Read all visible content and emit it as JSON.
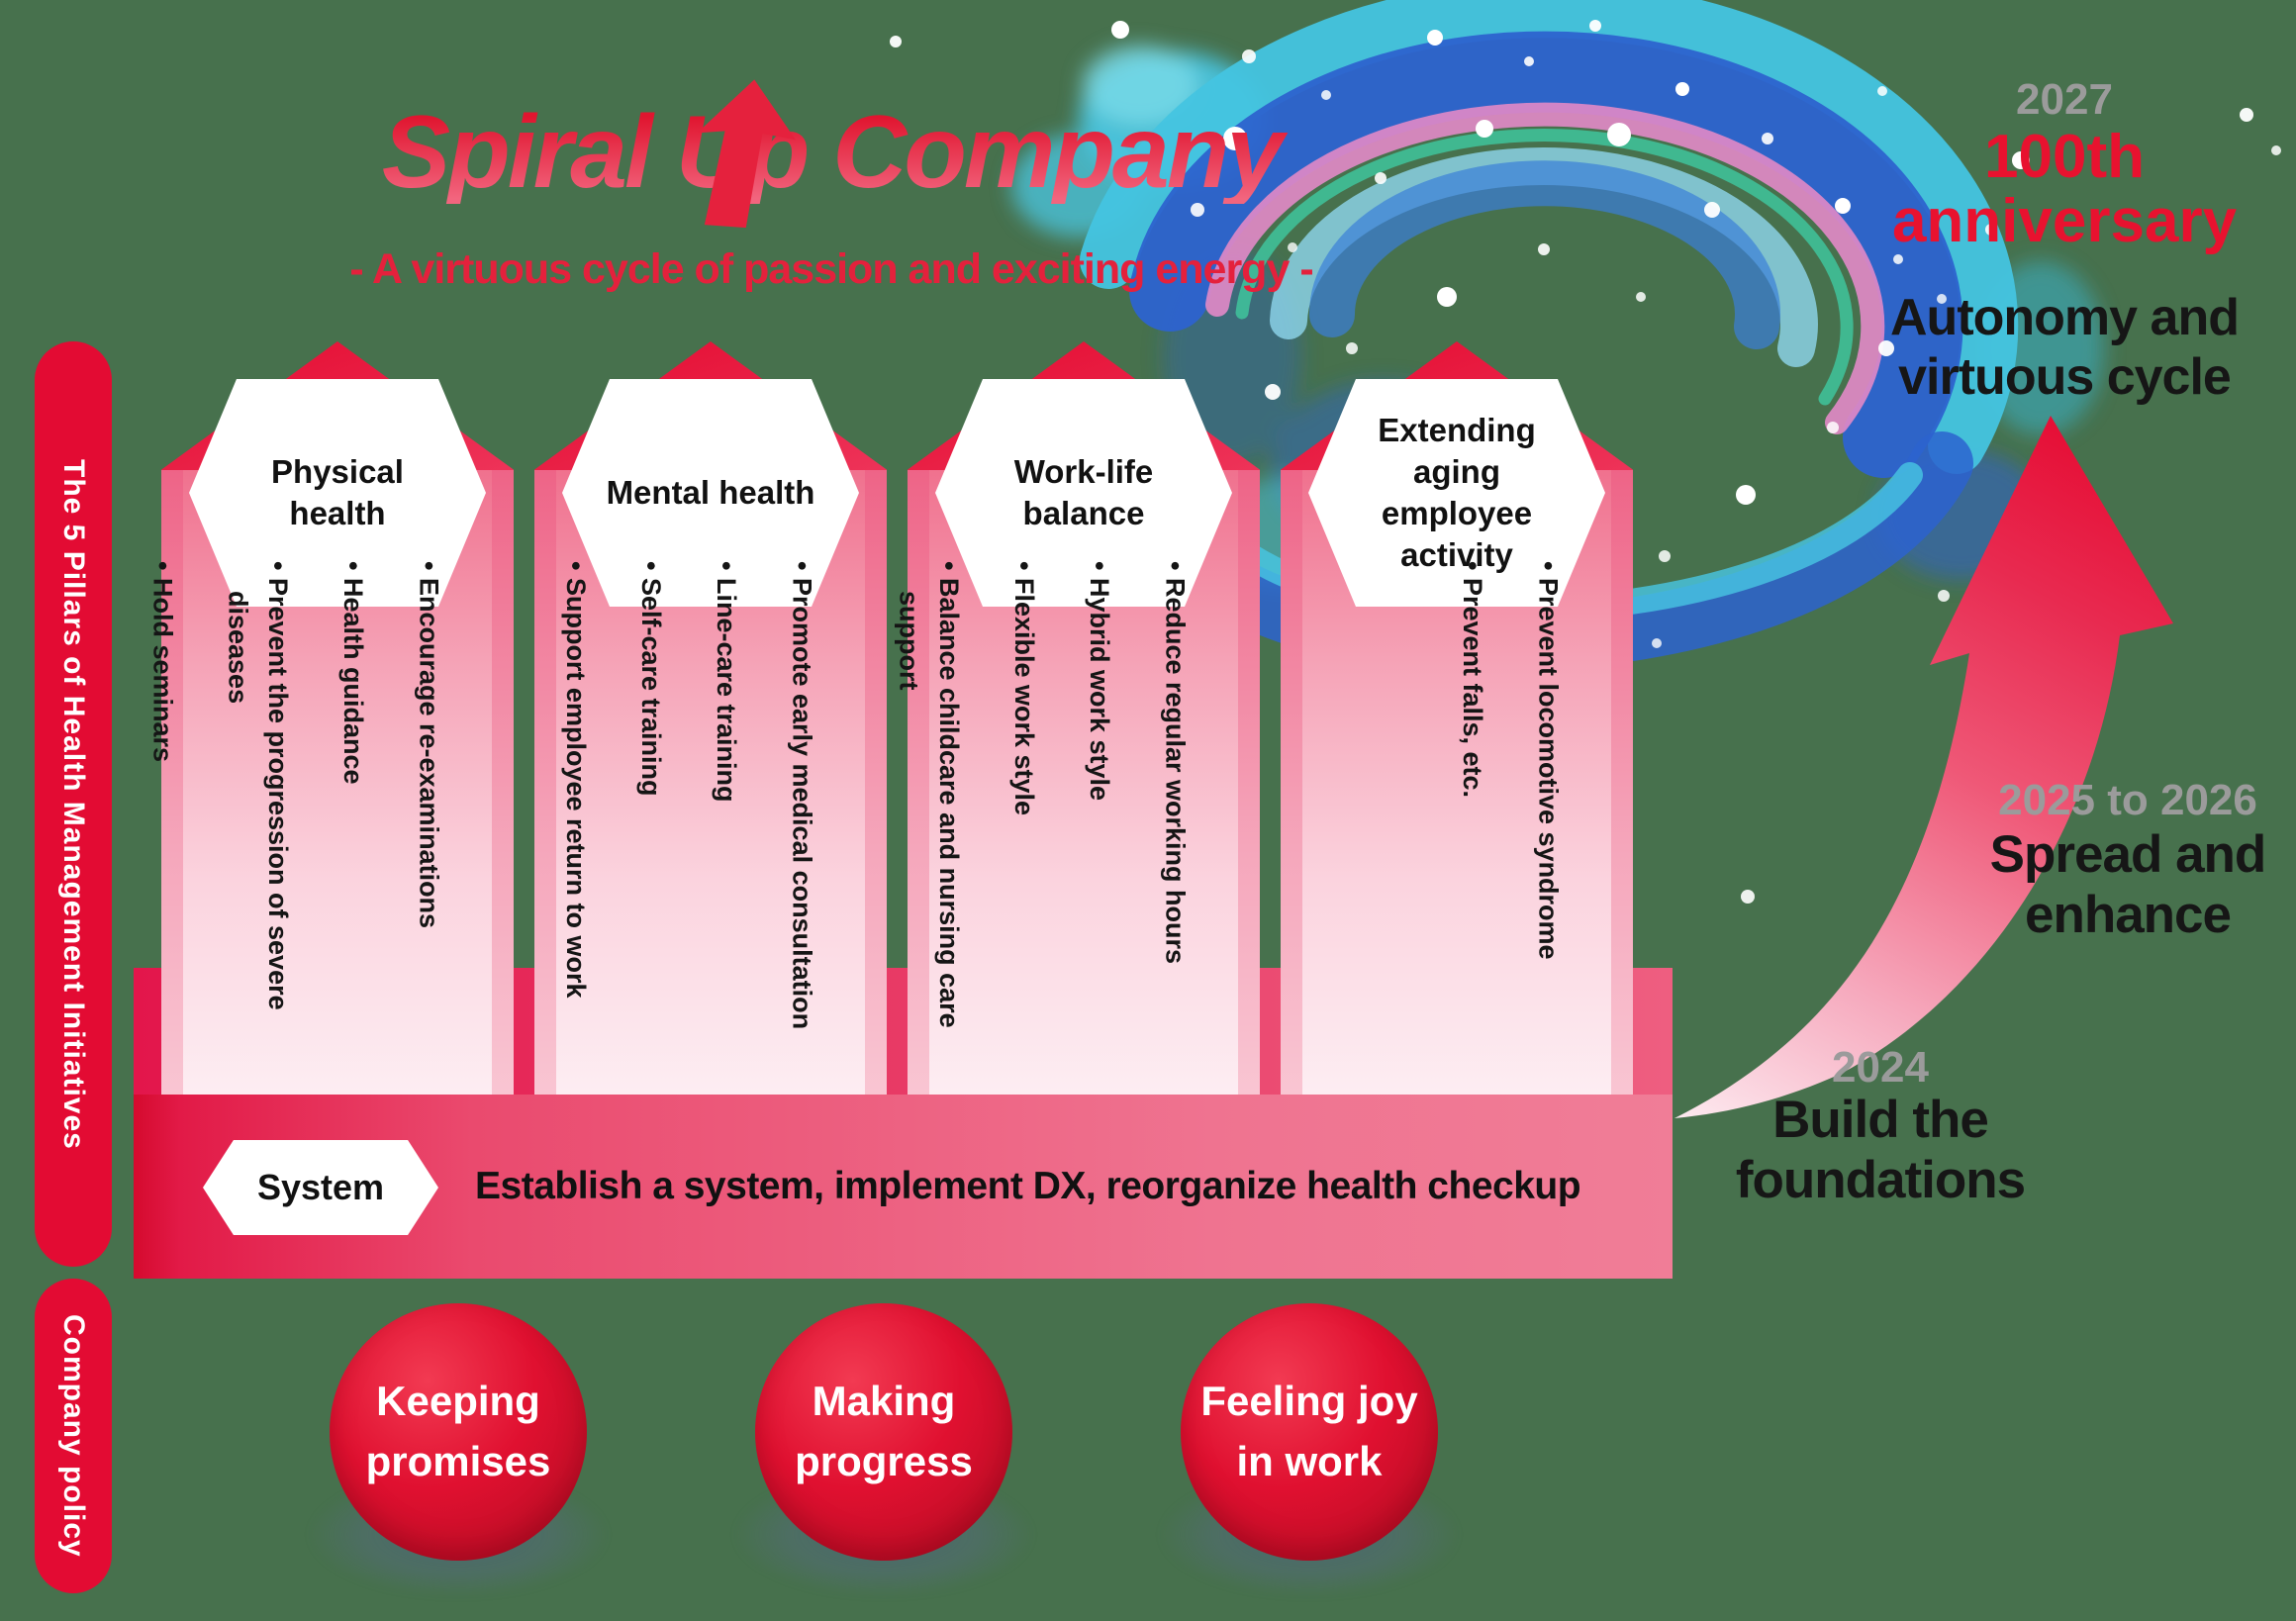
{
  "header": {
    "title": "Spiral Up Company",
    "subtitle": "- A virtuous cycle of passion and exciting energy -"
  },
  "sidebar": {
    "pillars_label": "The 5 Pillars of Health Management Initiatives",
    "policy_label": "Company policy"
  },
  "pillars": [
    {
      "title": "Physical health",
      "bullets": [
        "• Encourage re-examinations",
        "• Health guidance",
        "• Prevent the progression of severe diseases",
        "• Hold seminars"
      ]
    },
    {
      "title": "Mental health",
      "bullets": [
        "• Promote early medical consultation",
        "• Line-care training",
        "• Self-care training",
        "• Support employee return to work"
      ]
    },
    {
      "title": "Work-life balance",
      "bullets": [
        "• Reduce regular working hours",
        "• Hybrid work style",
        "• Flexible work style",
        "• Balance childcare and nursing care support"
      ]
    },
    {
      "title": "Extending aging employee activity",
      "bullets": [
        "• Prevent locomotive syndrome",
        "• Prevent falls, etc."
      ]
    }
  ],
  "system": {
    "label": "System",
    "description": "Establish a system, implement DX, reorganize health checkup"
  },
  "timeline": [
    {
      "year": "2024",
      "label": "Build the foundations"
    },
    {
      "year": "2025 to 2026",
      "label": "Spread and enhance"
    },
    {
      "year": "2027",
      "highlight": "100th anniversary",
      "label": "Autonomy and virtuous cycle"
    }
  ],
  "policy_circles": [
    {
      "label": "Keeping promises"
    },
    {
      "label": "Making progress"
    },
    {
      "label": "Feeling joy in work"
    }
  ],
  "colors": {
    "background_green": "#47714d",
    "primary_red": "#e60e35",
    "rose": "#ee5d7f",
    "pillar_pink_light": "#fdeef3",
    "swirl_cyan": "#45c4e0",
    "swirl_blue": "#2d63cf",
    "swirl_pink": "#e28ac8",
    "gray_year_label": "#9b9b9b",
    "text_black": "#1a1a1a",
    "white": "#ffffff"
  }
}
